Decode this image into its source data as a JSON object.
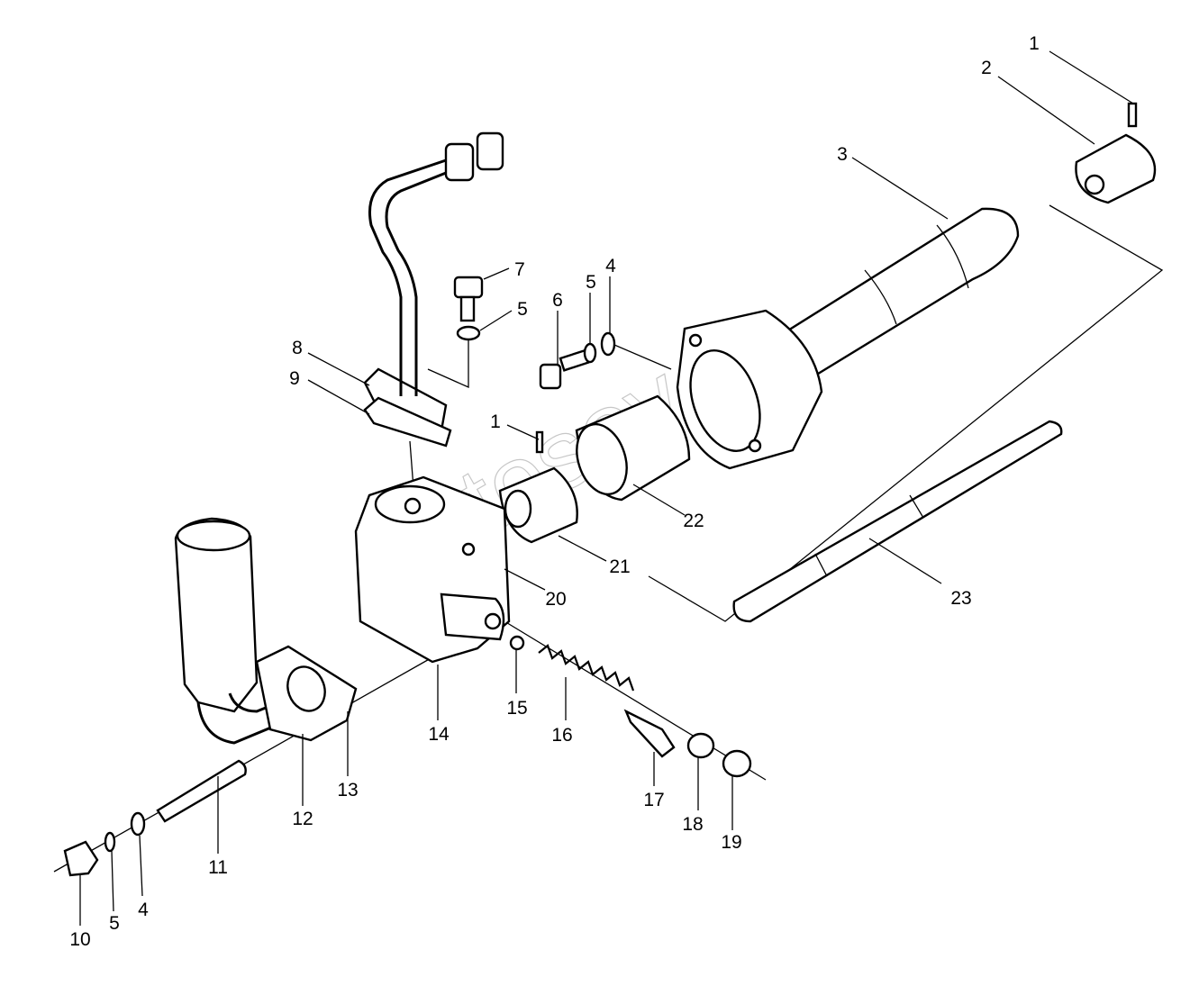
{
  "watermark": "Avtosov",
  "labels": [
    {
      "id": "l1a",
      "text": "1"
    },
    {
      "id": "l2",
      "text": "2"
    },
    {
      "id": "l3",
      "text": "3"
    },
    {
      "id": "l7",
      "text": "7"
    },
    {
      "id": "l5a",
      "text": "5"
    },
    {
      "id": "l6",
      "text": "6"
    },
    {
      "id": "l5b",
      "text": "5"
    },
    {
      "id": "l4a",
      "text": "4"
    },
    {
      "id": "l8",
      "text": "8"
    },
    {
      "id": "l9",
      "text": "9"
    },
    {
      "id": "l1b",
      "text": "1"
    },
    {
      "id": "l22",
      "text": "22"
    },
    {
      "id": "l21",
      "text": "21"
    },
    {
      "id": "l20",
      "text": "20"
    },
    {
      "id": "l23",
      "text": "23"
    },
    {
      "id": "l14",
      "text": "14"
    },
    {
      "id": "l15",
      "text": "15"
    },
    {
      "id": "l16",
      "text": "16"
    },
    {
      "id": "l13",
      "text": "13"
    },
    {
      "id": "l12",
      "text": "12"
    },
    {
      "id": "l11",
      "text": "11"
    },
    {
      "id": "l17",
      "text": "17"
    },
    {
      "id": "l18",
      "text": "18"
    },
    {
      "id": "l19",
      "text": "19"
    },
    {
      "id": "l10",
      "text": "10"
    },
    {
      "id": "l5c",
      "text": "5"
    },
    {
      "id": "l4b",
      "text": "4"
    }
  ]
}
